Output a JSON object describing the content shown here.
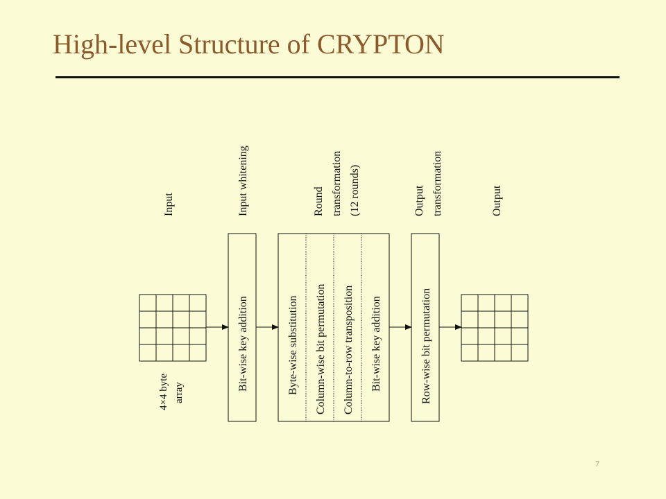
{
  "slide": {
    "title": "High-level Structure of CRYPTON",
    "number": "7"
  },
  "headers": {
    "input": "Input",
    "input_whitening": "Input whitening",
    "round": [
      "Round",
      "transformation",
      "(12 rounds)"
    ],
    "output_transformation": [
      "Output",
      "transformation"
    ],
    "output": "Output"
  },
  "input_array": {
    "caption": [
      "4×4 byte",
      "array"
    ]
  },
  "whitening_box": {
    "label": "Bit-wise key addition"
  },
  "round_box": {
    "steps": [
      "Byte-wise substitution",
      "Column-wise bit permutation",
      "Column-to-row transposition",
      "Bit-wise key addition"
    ]
  },
  "output_box": {
    "label": "Row-wise bit permutation"
  },
  "colors": {
    "title": "#8b5a2b",
    "background": "#fbfbd6",
    "line": "#111111"
  }
}
